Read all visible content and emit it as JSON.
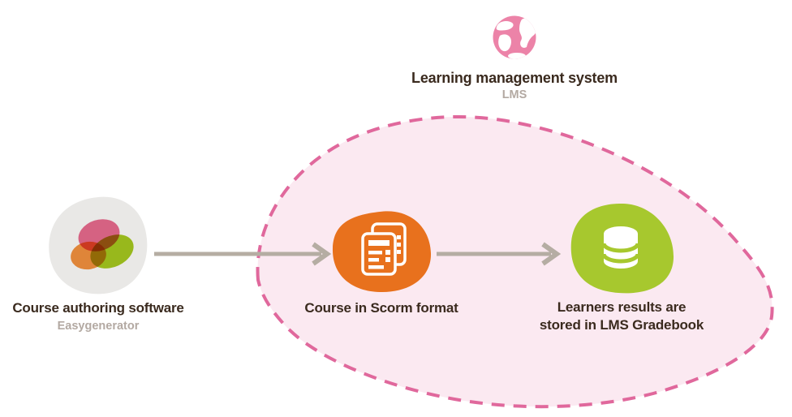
{
  "header": {
    "icon": "globe-icon",
    "title": "Learning management system",
    "subtitle": "LMS"
  },
  "nodes": [
    {
      "id": "course-authoring",
      "icon": "easygenerator-logo-icon",
      "label": "Course authoring software",
      "sublabel": "Easygenerator"
    },
    {
      "id": "scorm-course",
      "icon": "document-copy-icon",
      "label": "Course in Scorm format"
    },
    {
      "id": "gradebook",
      "icon": "database-icon",
      "label_line1": "Learners results are",
      "label_line2": "stored in LMS Gradebook"
    }
  ],
  "connectors": [
    {
      "id": "authoring-to-scorm",
      "type": "arrow-right"
    },
    {
      "id": "scorm-to-gradebook",
      "type": "arrow-right"
    }
  ],
  "boundary": {
    "label_ref": "header.title",
    "style": "dashed-blob"
  },
  "colors": {
    "globe_pink": "#ec83a8",
    "boundary_stroke": "#e0689c",
    "boundary_fill": "#fbe9f1",
    "orange_node": "#e8711d",
    "green_node": "#a7c82e",
    "gray_node": "#e9e8e6",
    "arrow_gray": "#b5ada3",
    "text_dark": "#3a2a1e",
    "text_muted": "#b3a9a2",
    "logo_pink": "#e85f87",
    "logo_orange": "#f5923f",
    "logo_green": "#a7cb1f"
  }
}
